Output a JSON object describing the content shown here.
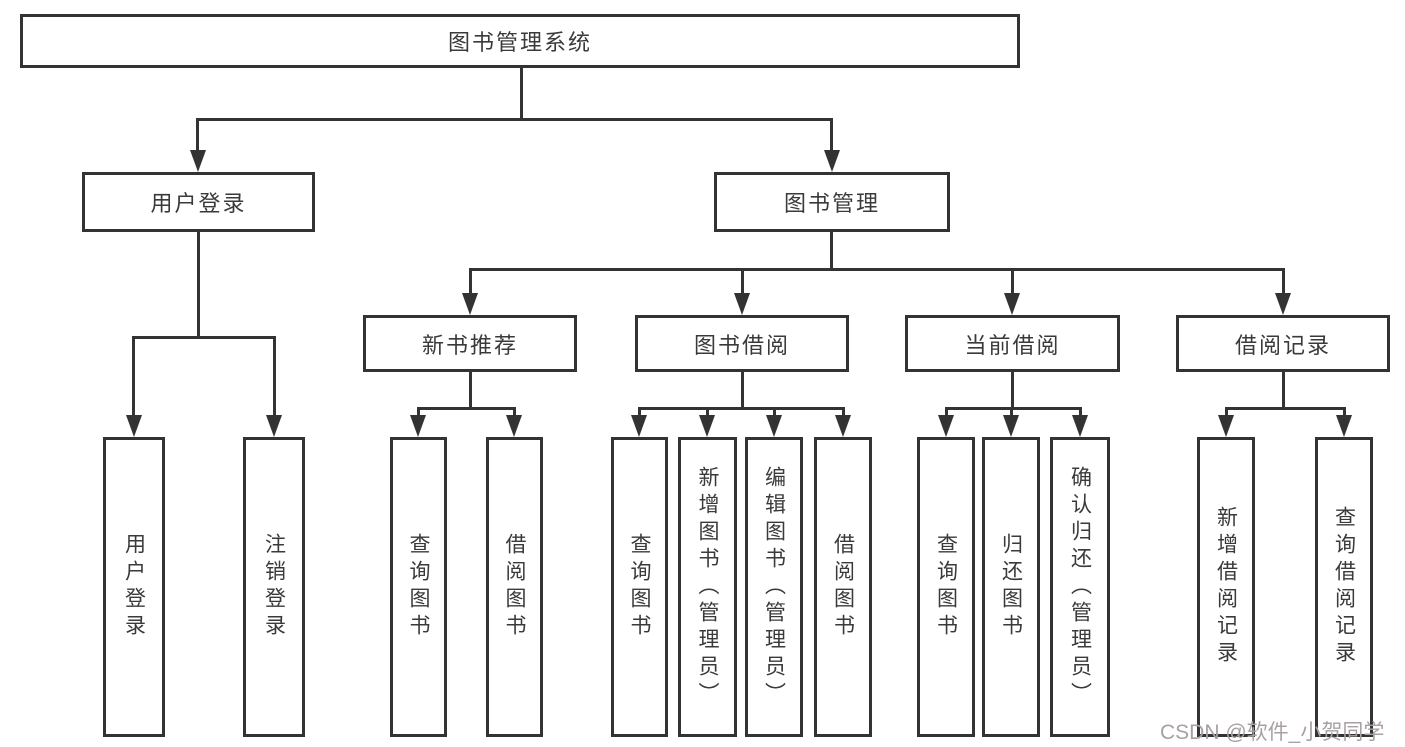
{
  "diagram": {
    "title": "图书管理系统",
    "branches": [
      {
        "label": "用户登录",
        "children": [
          {
            "label": "用户登录"
          },
          {
            "label": "注销登录"
          }
        ]
      },
      {
        "label": "图书管理",
        "children": [
          {
            "label": "新书推荐",
            "children": [
              {
                "label": "查询图书"
              },
              {
                "label": "借阅图书"
              }
            ]
          },
          {
            "label": "图书借阅",
            "children": [
              {
                "label": "查询图书"
              },
              {
                "label": "新增图书（管理员）"
              },
              {
                "label": "编辑图书（管理员）"
              },
              {
                "label": "借阅图书"
              }
            ]
          },
          {
            "label": "当前借阅",
            "children": [
              {
                "label": "查询图书"
              },
              {
                "label": "归还图书"
              },
              {
                "label": "确认归还（管理员）"
              }
            ]
          },
          {
            "label": "借阅记录",
            "children": [
              {
                "label": "新增借阅记录"
              },
              {
                "label": "查询借阅记录"
              }
            ]
          }
        ]
      }
    ]
  },
  "watermark": {
    "text": "CSDN @软件_小贺同学",
    "color": "#a9a1a1"
  },
  "colors": {
    "line": "#333333",
    "text": "#3a3a3a",
    "box_fill": "#ffffff"
  }
}
